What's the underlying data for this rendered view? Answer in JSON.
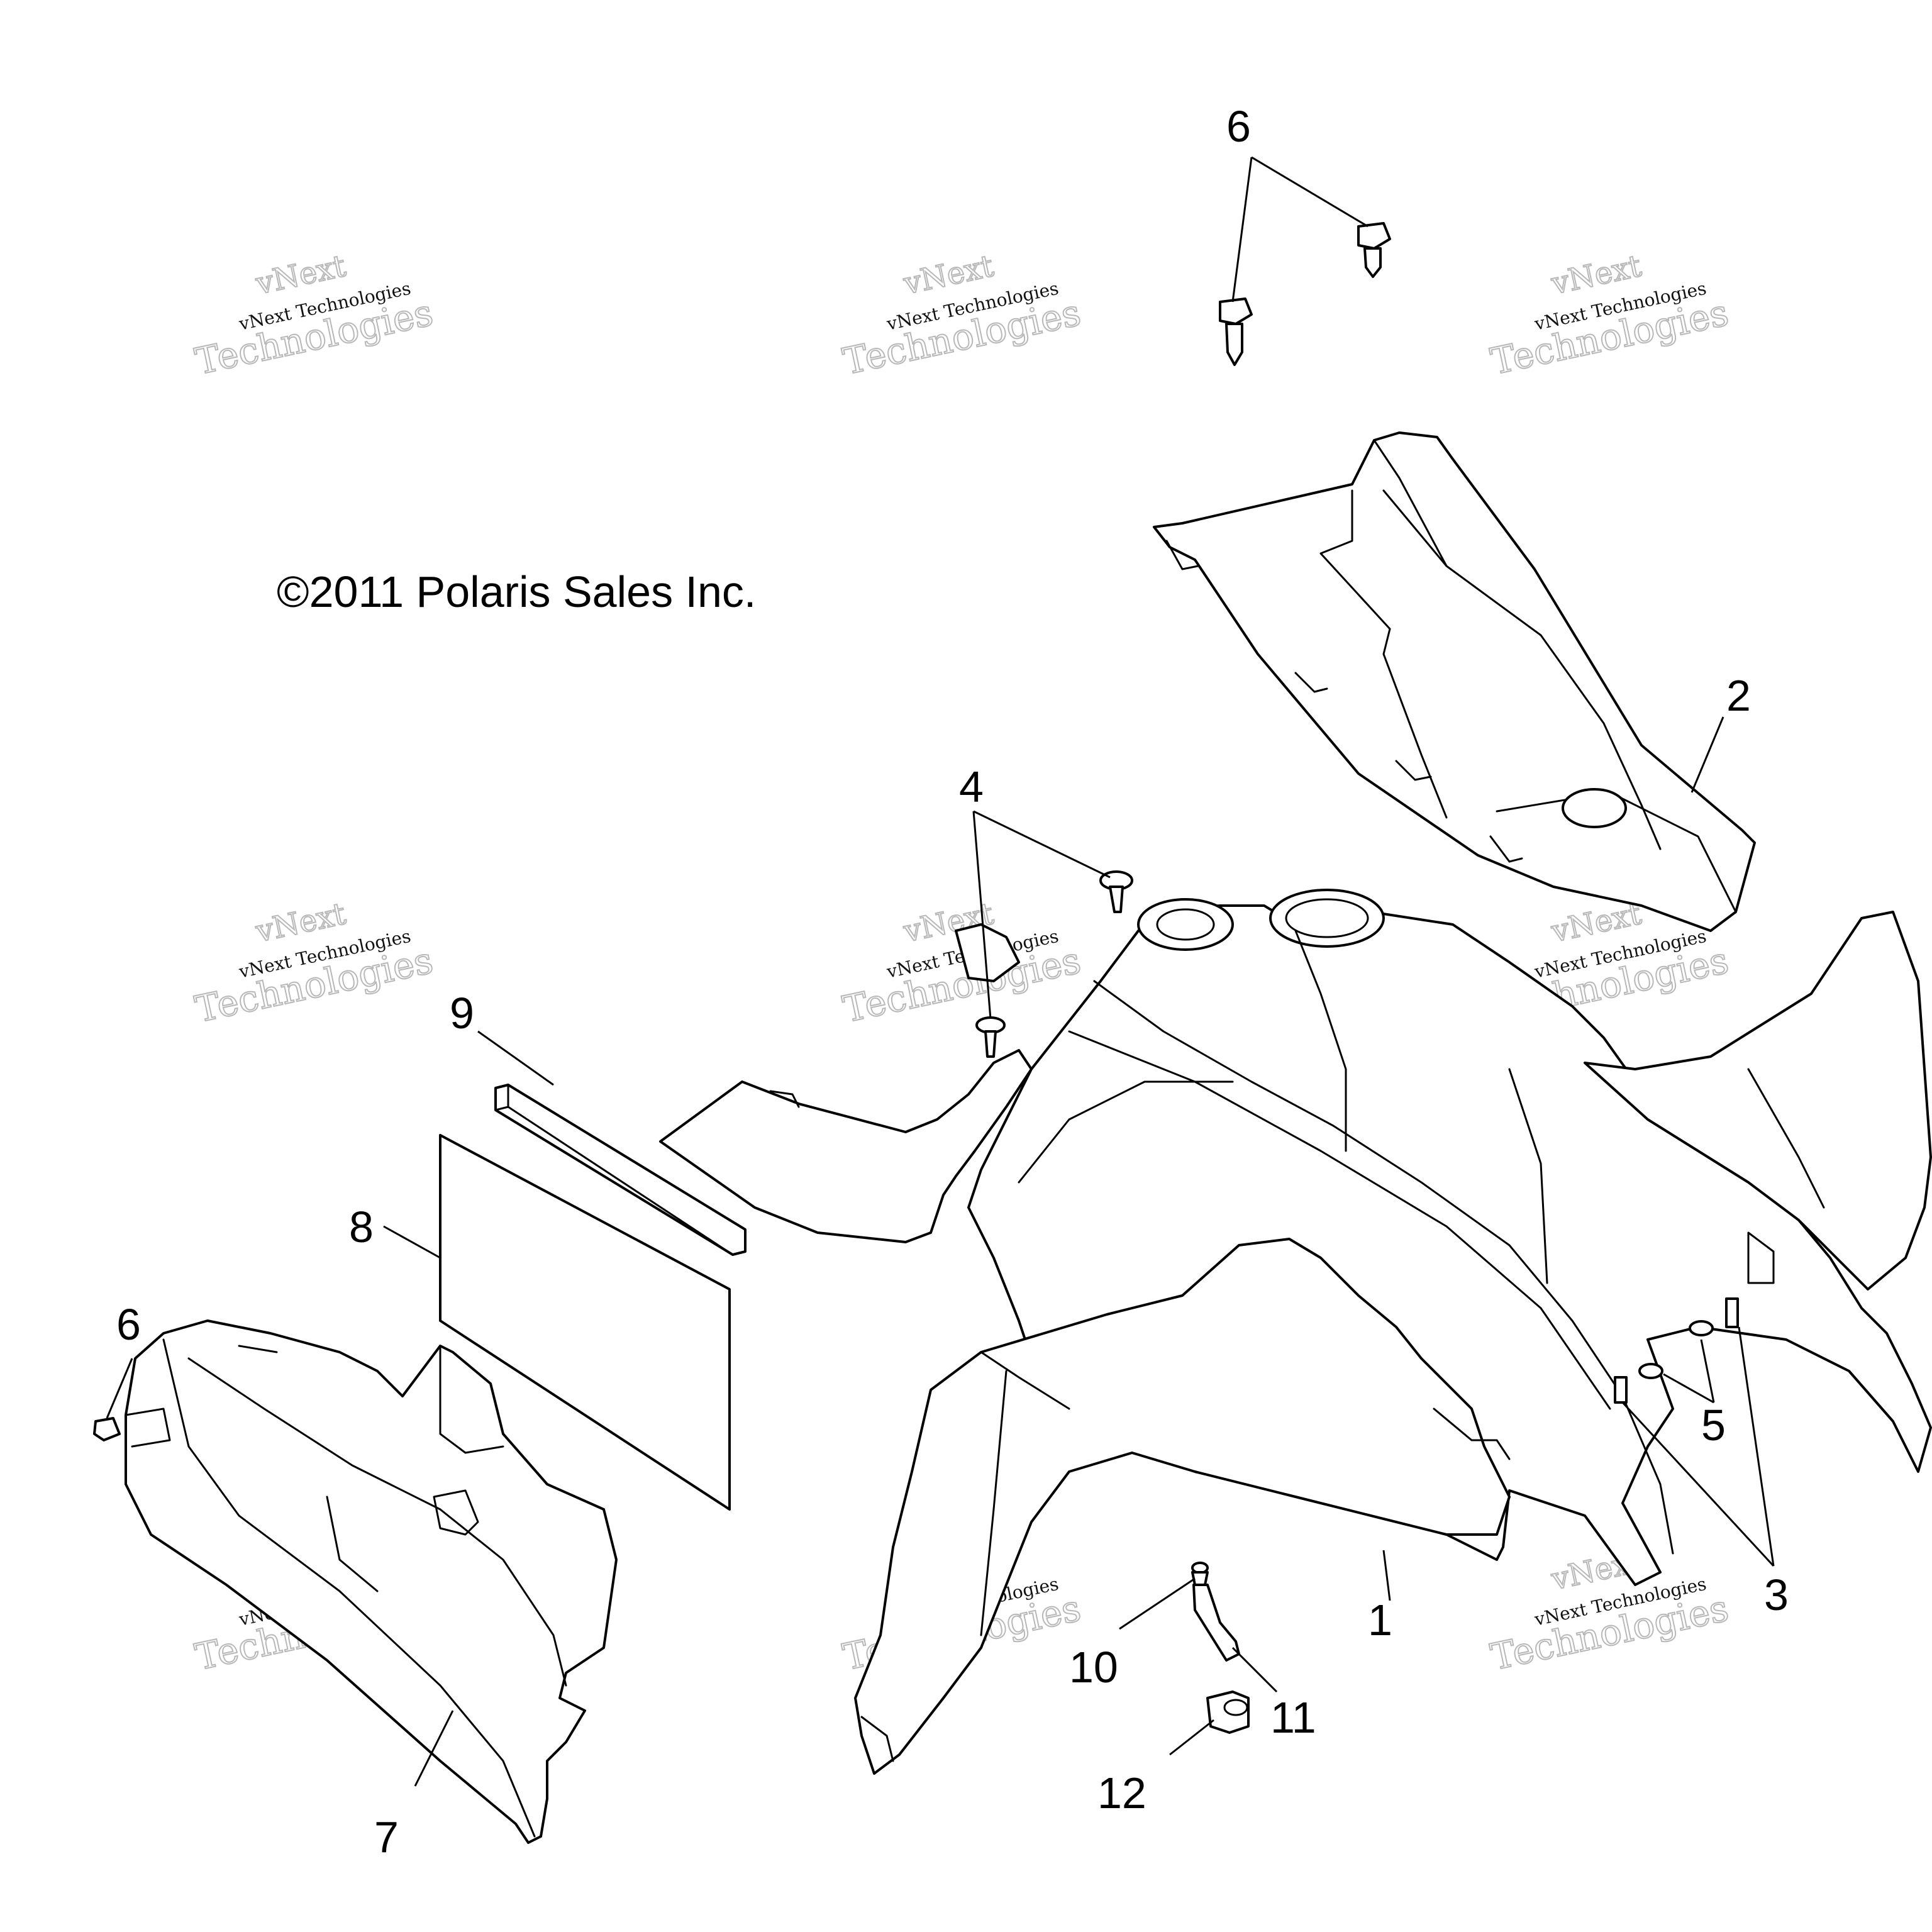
{
  "copyright": "©2011 Polaris Sales Inc.",
  "callouts": {
    "c1": "1",
    "c2": "2",
    "c3": "3",
    "c4": "4",
    "c5": "5",
    "c6_top": "6",
    "c6_left": "6",
    "c7": "7",
    "c8": "8",
    "c9": "9",
    "c10": "10",
    "c11": "11",
    "c12": "12"
  },
  "watermark": {
    "line1": "vNext",
    "line2": "vNext Technologies",
    "line3": "Technologies"
  }
}
